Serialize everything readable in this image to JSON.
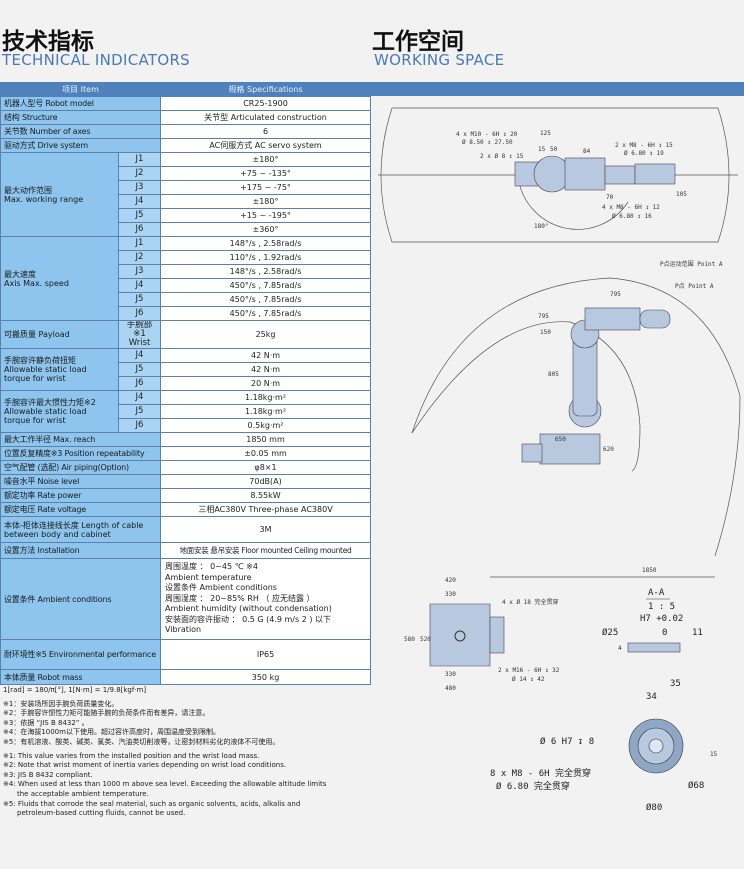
{
  "left_header": {
    "cn": "技术指标",
    "en": "TECHNICAL INDICATORS"
  },
  "right_header": {
    "cn": "工作空间",
    "en": "WORKING SPACE"
  },
  "table": {
    "col_item": "项目  Item",
    "col_spec": "规格  Specifications",
    "model": {
      "label": "机器人型号  Robot model",
      "value": "CR25-1900"
    },
    "structure": {
      "label": "结构  Structure",
      "value": "关节型  Articulated construction"
    },
    "axes": {
      "label": "关节数  Number of axes",
      "value": "6"
    },
    "drive": {
      "label": "驱动方式  Drive system",
      "value": "AC伺服方式  AC servo system"
    },
    "range": {
      "label_cn": "最大动作范围",
      "label_en": "Max. working range",
      "rows": [
        {
          "j": "J1",
          "v": "±180°"
        },
        {
          "j": "J2",
          "v": "+75 ~ -135°"
        },
        {
          "j": "J3",
          "v": "+175 ~ -75°"
        },
        {
          "j": "J4",
          "v": "±180°"
        },
        {
          "j": "J5",
          "v": "+15 ~ -195°"
        },
        {
          "j": "J6",
          "v": "±360°"
        }
      ]
    },
    "speed": {
      "label_cn": "最大速度",
      "label_en": "Axis Max. speed",
      "rows": [
        {
          "j": "J1",
          "v": "148°/s , 2.58rad/s"
        },
        {
          "j": "J2",
          "v": "110°/s , 1.92rad/s"
        },
        {
          "j": "J3",
          "v": "148°/s , 2.58rad/s"
        },
        {
          "j": "J4",
          "v": "450°/s , 7.85rad/s"
        },
        {
          "j": "J5",
          "v": "450°/s , 7.85rad/s"
        },
        {
          "j": "J6",
          "v": "450°/s , 7.85rad/s"
        }
      ]
    },
    "payload": {
      "label": "可搬质量  Payload",
      "sub_cn": "手腕部※1",
      "sub_en": "Wrist",
      "value": "25kg"
    },
    "torque": {
      "label_cn": "手腕容许静负荷扭矩",
      "label_en": "Allowable static load torque for wrist",
      "rows": [
        {
          "j": "J4",
          "v": "42 N·m"
        },
        {
          "j": "J5",
          "v": "42 N·m"
        },
        {
          "j": "J6",
          "v": "20 N·m"
        }
      ]
    },
    "inertia": {
      "label_cn": "手腕容许最大惯性力矩※2",
      "label_en": "Allowable static load torque for wrist",
      "rows": [
        {
          "j": "J4",
          "v": "1.18kg·m²"
        },
        {
          "j": "J5",
          "v": "1.18kg·m²"
        },
        {
          "j": "J6",
          "v": "0.5kg·m²"
        }
      ]
    },
    "reach": {
      "label": "最大工作半径  Max. reach",
      "value": "1850 mm"
    },
    "repeat": {
      "label": "位置反复精度※3  Position repeatability",
      "value": "±0.05 mm"
    },
    "air": {
      "label": "空气配管 (选配)  Air piping(Option)",
      "value": "φ8×1"
    },
    "noise": {
      "label": "噪音水平 Noise level",
      "value": "70dB(A)"
    },
    "power": {
      "label": "额定功率 Rate power",
      "value": "8.55kW"
    },
    "voltage": {
      "label": "额定电压 Rate voltage",
      "value": "三相AC380V  Three-phase AC380V"
    },
    "cable": {
      "label": "本体-柜体连接线长度  Length of cable between body and cabinet",
      "value": "3M"
    },
    "install": {
      "label": "设置方法  Installation",
      "value": "地面安装 悬吊安装 Floor mounted Ceiling mounted"
    },
    "ambient": {
      "label": "设置条件  Ambient conditions",
      "lines": [
        "周围温度 ： 0~45 ℃ ※4",
        "Ambient temperature",
        "设置条件 Ambient conditions",
        "周围湿度 ： 20~85% RH （ 应无结露 ）",
        "Ambient humidity (without condensation)",
        "安装面的容许振动 ： 0.5 G (4.9 m/s 2 ) 以下",
        "Vibration"
      ]
    },
    "env": {
      "label": "耐环境性※5  Environmental performance",
      "value": "IP65"
    },
    "mass": {
      "label": "本体质量  Robot mass",
      "value": "350 kg"
    }
  },
  "notes": {
    "units": "1[rad] = 180/π[°],  1[N·m] = 1/9.8[kgf·m]",
    "cn": [
      "※1：安装场所因手腕负荷质量变化。",
      "※2：手腕容许惯性力矩可能随手腕的负荷条件而有差异，请注意。",
      "※3：依据 “JIS B 8432” 。",
      "※4：在海拔1000m以下使用。超过容许高度时，周围温度受到限制。",
      "※5：有机溶液、酸类、碱类、氯类、汽油类切削液等，让密封材料劣化的液体不可使用。"
    ],
    "en": [
      {
        "m": "※1: ",
        "t": "This value varies from the installed position and the wrist load mass."
      },
      {
        "m": "※2: ",
        "t": "Note that wrist moment of inertia varies depending on wrist load conditions."
      },
      {
        "m": "※3: ",
        "t": "JIS B 8432 compliant."
      },
      {
        "m": "※4: ",
        "t": "When used at less than 1000 m above sea level. Exceeding the allowable altitude limits",
        "t2": "the acceptable ambient temperature."
      },
      {
        "m": "※5: ",
        "t": "Fluids that corrode the seal material, such as organic solvents, acids, alkalis and",
        "t2": "petroleum-based cutting fluids, cannot be used."
      }
    ]
  },
  "drawing": {
    "top": [
      "4 x M10 - 6H ↧ 20",
      "Ø 8.50 ↧ 27.50",
      "2 x Ø 8 ↧ 15",
      "125",
      "15",
      "50",
      "84",
      "2 x M8 - 6H ↧ 15",
      "Ø 6.80 ↧ 19",
      "70",
      "4 x M8 - 6H ↧ 12",
      "Ø 6.80 ↧ 16",
      "105",
      "180°"
    ],
    "side": [
      "P点运动范围 Point A",
      "P点 Point A",
      "795",
      "795",
      "150",
      "805",
      "650",
      "620",
      "1850"
    ],
    "base": [
      "420",
      "330",
      "4 x Ø 18 完全贯穿",
      "330",
      "480",
      "2 x M16 - 6H ↧ 32",
      "Ø 14 ↧ 42",
      "520",
      "580"
    ],
    "section": [
      "A-A",
      "1 : 5",
      "H7 +0.02",
      "Ø25",
      "0",
      "11",
      "4"
    ],
    "flange": [
      "35",
      "34",
      "Ø 6 H7 ↧ 8",
      "8 x M8 - 6H 完全贯穿",
      "Ø 6.80 完全贯穿",
      "Ø68",
      "Ø80",
      "15"
    ],
    "colors": {
      "robot": "#b8c8de",
      "line": "#444444"
    }
  }
}
